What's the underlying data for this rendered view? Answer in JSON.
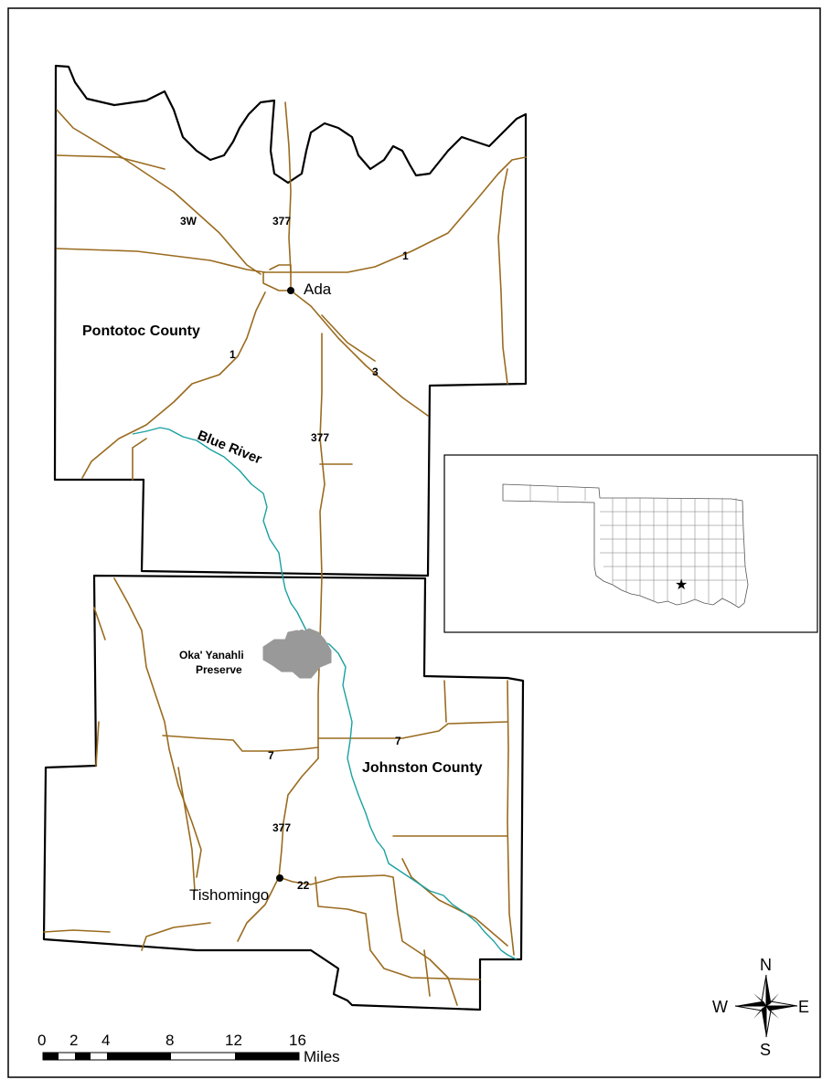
{
  "counties": {
    "pontotoc": "Pontotoc County",
    "johnston": "Johnston County"
  },
  "towns": {
    "ada": "Ada",
    "tishomingo": "Tishomingo"
  },
  "river": "Blue River",
  "preserve": {
    "line1": "Oka' Yanahli",
    "line2": "Preserve"
  },
  "road_labels": {
    "r_3w": "3W",
    "r_377_north": "377",
    "r_1_east": "1",
    "r_1_west": "1",
    "r_3": "3",
    "r_377_mid": "377",
    "r_7_west": "7",
    "r_7_east": "7",
    "r_377_south": "377",
    "r_22": "22"
  },
  "compass": {
    "n": "N",
    "s": "S",
    "e": "E",
    "w": "W"
  },
  "scale_bar": {
    "ticks": [
      "0",
      "2",
      "4",
      "8",
      "12",
      "16"
    ],
    "unit": "Miles"
  },
  "colors": {
    "roads": "#9a6b1f",
    "river": "#1aa0a0",
    "preserve": "#999999",
    "county_border": "#000000"
  }
}
